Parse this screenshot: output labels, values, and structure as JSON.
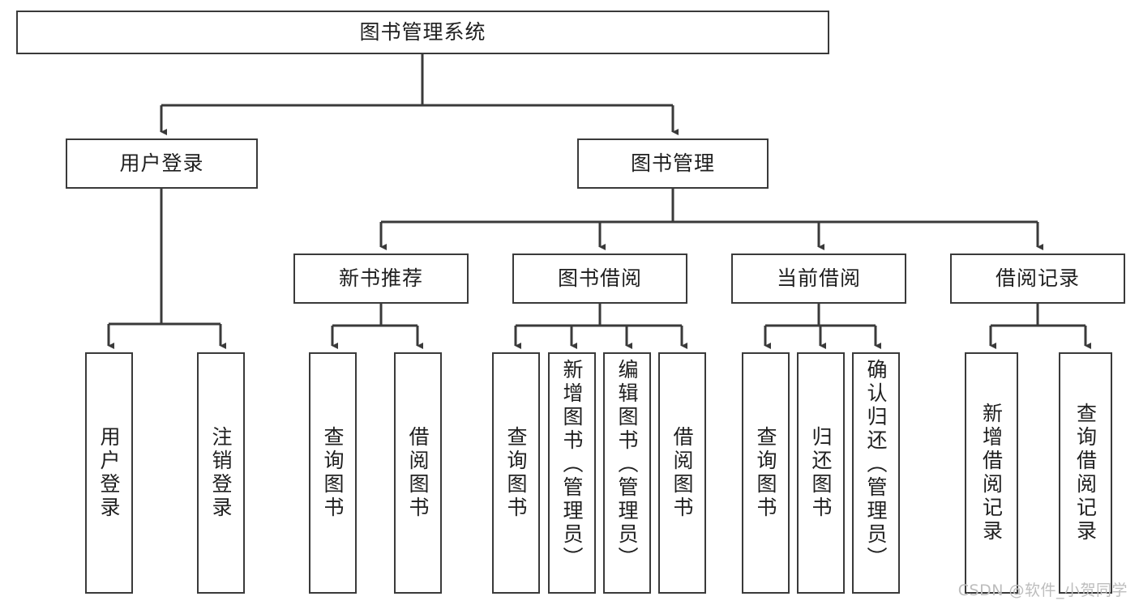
{
  "diagram": {
    "type": "tree",
    "title": "图书管理系统",
    "orientation": "top-down",
    "root": {
      "label": "图书管理系统"
    },
    "level2": [
      {
        "label": "用户登录"
      },
      {
        "label": "图书管理"
      }
    ],
    "level3": [
      {
        "label": "新书推荐"
      },
      {
        "label": "图书借阅"
      },
      {
        "label": "当前借阅"
      },
      {
        "label": "借阅记录"
      }
    ],
    "leaves": {
      "user_login": [
        {
          "label": "用户登录"
        },
        {
          "label": "注销登录"
        }
      ],
      "new_book_recommend": [
        {
          "label": "查询图书"
        },
        {
          "label": "借阅图书"
        }
      ],
      "book_borrow": [
        {
          "label": "查询图书"
        },
        {
          "label": "新增图书（管理员）"
        },
        {
          "label": "编辑图书（管理员）"
        },
        {
          "label": "借阅图书"
        }
      ],
      "current_borrow": [
        {
          "label": "查询图书"
        },
        {
          "label": "归还图书"
        },
        {
          "label": "确认归还（管理员）"
        }
      ],
      "borrow_record": [
        {
          "label": "新增借阅记录"
        },
        {
          "label": "查询借阅记录"
        }
      ]
    }
  },
  "watermark": {
    "text": "CSDN @软件_小贺同学"
  },
  "colors": {
    "border": "#3a3a3a",
    "background": "#ffffff",
    "text": "#1f1f1f",
    "watermark": "#bdbdbd"
  }
}
